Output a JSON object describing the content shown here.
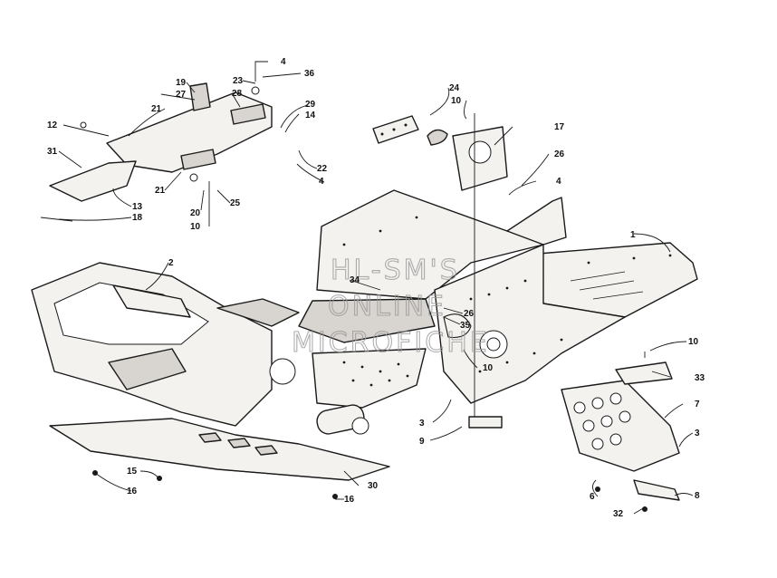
{
  "watermark": {
    "lines": [
      "HL-SM'S",
      "ONLINE",
      "MICROFICHE"
    ]
  },
  "callouts": [
    {
      "id": "c1",
      "label": "1"
    },
    {
      "id": "c2",
      "label": "2"
    },
    {
      "id": "c3a",
      "label": "3"
    },
    {
      "id": "c3b",
      "label": "3"
    },
    {
      "id": "c4a",
      "label": "4"
    },
    {
      "id": "c4b",
      "label": "4"
    },
    {
      "id": "c4c",
      "label": "4"
    },
    {
      "id": "c6",
      "label": "6"
    },
    {
      "id": "c7",
      "label": "7"
    },
    {
      "id": "c8",
      "label": "8"
    },
    {
      "id": "c9",
      "label": "9"
    },
    {
      "id": "c10a",
      "label": "10"
    },
    {
      "id": "c10b",
      "label": "10"
    },
    {
      "id": "c10c",
      "label": "10"
    },
    {
      "id": "c10d",
      "label": "10"
    },
    {
      "id": "c12",
      "label": "12"
    },
    {
      "id": "c13",
      "label": "13"
    },
    {
      "id": "c14",
      "label": "14"
    },
    {
      "id": "c15",
      "label": "15"
    },
    {
      "id": "c16a",
      "label": "16"
    },
    {
      "id": "c16b",
      "label": "16"
    },
    {
      "id": "c17",
      "label": "17"
    },
    {
      "id": "c18",
      "label": "18"
    },
    {
      "id": "c19",
      "label": "19"
    },
    {
      "id": "c20",
      "label": "20"
    },
    {
      "id": "c21a",
      "label": "21"
    },
    {
      "id": "c21b",
      "label": "21"
    },
    {
      "id": "c22",
      "label": "22"
    },
    {
      "id": "c23",
      "label": "23"
    },
    {
      "id": "c24",
      "label": "24"
    },
    {
      "id": "c25",
      "label": "25"
    },
    {
      "id": "c26a",
      "label": "26"
    },
    {
      "id": "c26b",
      "label": "26"
    },
    {
      "id": "c27",
      "label": "27"
    },
    {
      "id": "c28",
      "label": "28"
    },
    {
      "id": "c29",
      "label": "29"
    },
    {
      "id": "c30",
      "label": "30"
    },
    {
      "id": "c31",
      "label": "31"
    },
    {
      "id": "c32",
      "label": "32"
    },
    {
      "id": "c33",
      "label": "33"
    },
    {
      "id": "c34",
      "label": "34"
    },
    {
      "id": "c35",
      "label": "35"
    },
    {
      "id": "c36",
      "label": "36"
    }
  ]
}
